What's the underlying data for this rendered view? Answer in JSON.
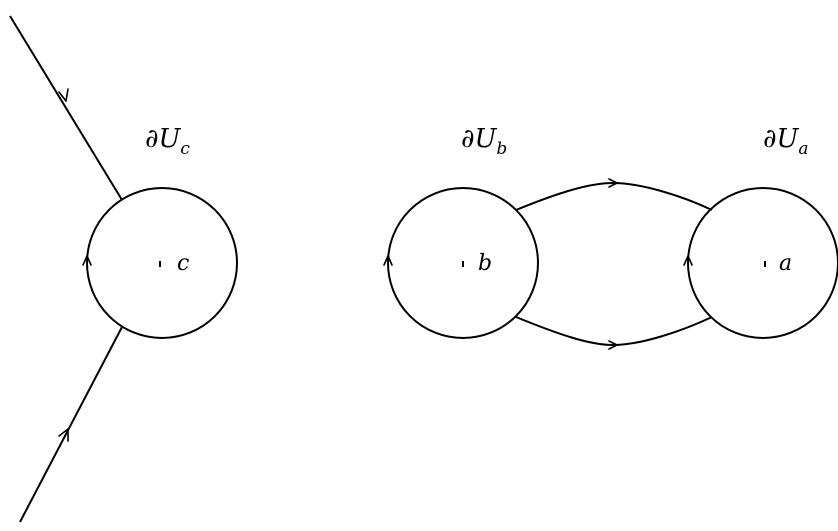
{
  "labels": {
    "boundary_symbol": "∂U",
    "c": {
      "sub": "c",
      "point": "c"
    },
    "b": {
      "sub": "b",
      "point": "b"
    },
    "a": {
      "sub": "a",
      "point": "a"
    }
  },
  "colors": {
    "stroke": "#000000",
    "background": "#ffffff"
  }
}
